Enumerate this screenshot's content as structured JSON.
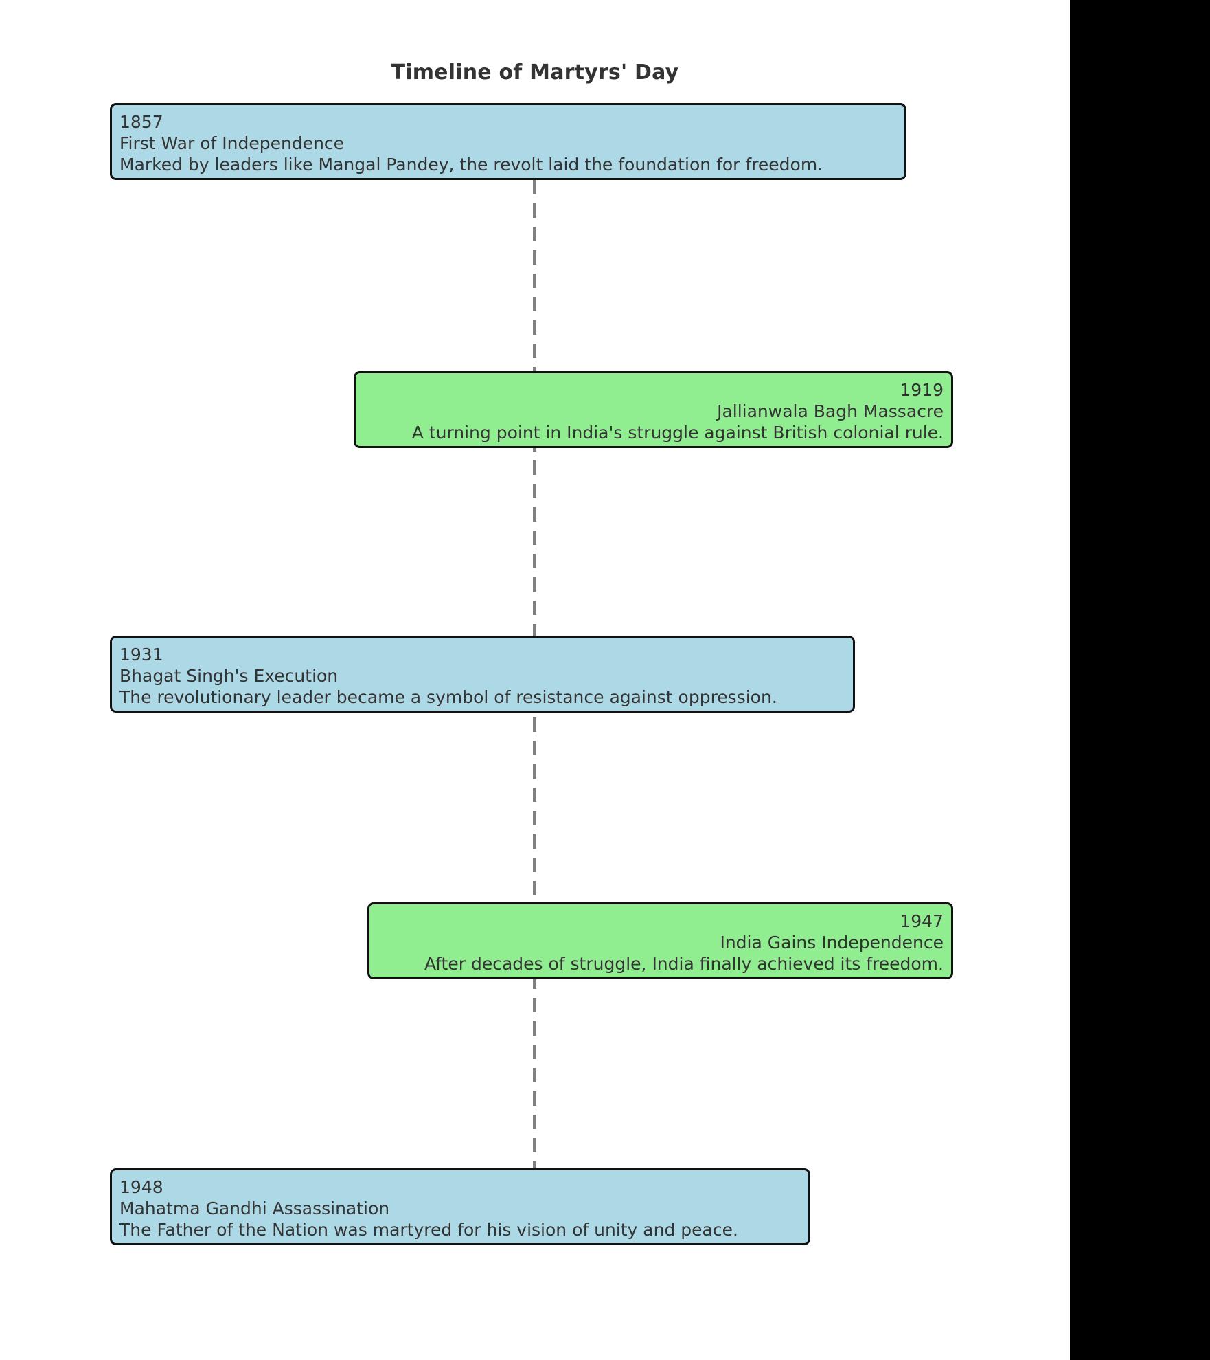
{
  "chart_data": {
    "type": "timeline",
    "title": "Timeline of Martyrs' Day",
    "orientation": "vertical",
    "spine_style": "dashed",
    "spine_color": "#808080",
    "background_color": "#ffffff",
    "mask_color": "#000000",
    "title_color": "#333333",
    "text_color": "#333333",
    "border_color": "#111111",
    "palette": {
      "blue": "#add8e6",
      "green": "#90ee90"
    },
    "categories": [
      "1857",
      "1919",
      "1931",
      "1947",
      "1948"
    ],
    "events": [
      {
        "year": "1857",
        "event": "First War of Independence",
        "description": "Marked by leaders like Mangal Pandey, the revolt laid the foundation for freedom.",
        "side": "left",
        "tone": "blue",
        "color": "#add8e6"
      },
      {
        "year": "1919",
        "event": "Jallianwala Bagh Massacre",
        "description": "A turning point in India's struggle against British colonial rule.",
        "side": "right",
        "tone": "green",
        "color": "#90ee90"
      },
      {
        "year": "1931",
        "event": "Bhagat Singh's Execution",
        "description": "The revolutionary leader became a symbol of resistance against oppression.",
        "side": "left",
        "tone": "blue",
        "color": "#add8e6"
      },
      {
        "year": "1947",
        "event": "India Gains Independence",
        "description": "After decades of struggle, India finally achieved its freedom.",
        "side": "right",
        "tone": "green",
        "color": "#90ee90"
      },
      {
        "year": "1948",
        "event": "Mahatma Gandhi Assassination",
        "description": "The Father of the Nation was martyred for his vision of unity and peace.",
        "side": "left",
        "tone": "blue",
        "color": "#add8e6"
      }
    ]
  }
}
